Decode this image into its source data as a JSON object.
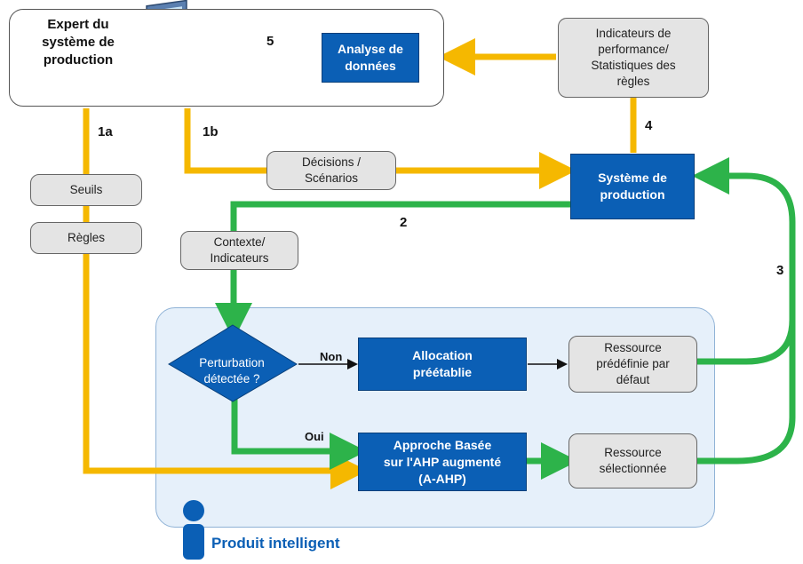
{
  "expert": {
    "line1": "Expert du",
    "line2": "système de",
    "line3": "production"
  },
  "analyse": {
    "line1": "Analyse de",
    "line2": "données"
  },
  "indicateurs_perf": {
    "line1": "Indicateurs de",
    "line2": "performance/",
    "line3": "Statistiques des",
    "line4": "règles"
  },
  "decisions": {
    "line1": "Décisions /",
    "line2": "Scénarios"
  },
  "systeme": {
    "line1": "Système de",
    "line2": "production"
  },
  "seuils": "Seuils",
  "regles": "Règles",
  "contexte": {
    "line1": "Contexte/",
    "line2": "Indicateurs"
  },
  "perturbation": {
    "line1": "Perturbation",
    "line2": "détectée ?"
  },
  "allocation": {
    "line1": "Allocation",
    "line2": "préétablie"
  },
  "ressource_defaut": {
    "line1": "Ressource",
    "line2": "prédéfinie par",
    "line3": "défaut"
  },
  "approche": {
    "line1": "Approche Basée",
    "line2": "sur l'AHP augmenté",
    "line3": "(A-AHP)"
  },
  "ressource_sel": {
    "line1": "Ressource",
    "line2": "sélectionnée"
  },
  "labels": {
    "n1a": "1a",
    "n1b": "1b",
    "n2": "2",
    "n3": "3",
    "n4": "4",
    "n5": "5",
    "non": "Non",
    "oui": "Oui"
  },
  "produit": "Produit intelligent",
  "colors": {
    "flux_expert": "#f5b800",
    "flux_produit": "#2db34a",
    "boite_bleue": "#0b5fb5",
    "panneau": "#e6f0fa"
  }
}
